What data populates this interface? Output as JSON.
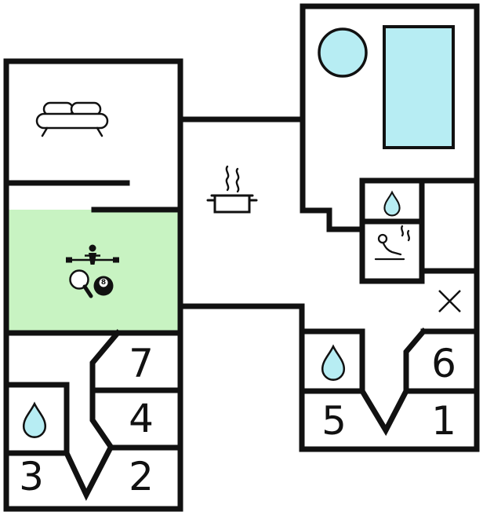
{
  "plan": {
    "colors": {
      "wall": "#111111",
      "water": "#b7edf3",
      "highlight": "#c8f3c2"
    },
    "rooms": {
      "room1": {
        "label": "1"
      },
      "room2": {
        "label": "2"
      },
      "room3": {
        "label": "3"
      },
      "room4": {
        "label": "4"
      },
      "room5": {
        "label": "5"
      },
      "room6": {
        "label": "6"
      },
      "room7": {
        "label": "7"
      }
    },
    "billiard_ball": {
      "label": "8"
    },
    "icons": {
      "sofa": "sofa-icon",
      "stove": "steaming-pot-icon",
      "swimming_pool": "pool-rectangle",
      "hot_tub": "round-tub",
      "sauna": "sauna-person-icon",
      "water_drop": "water-drop-icon",
      "foosball": "foosball-player-icon",
      "table_tennis": "paddle-icon",
      "billiards": "eight-ball-icon",
      "x_mark": "x-mark-icon"
    }
  }
}
